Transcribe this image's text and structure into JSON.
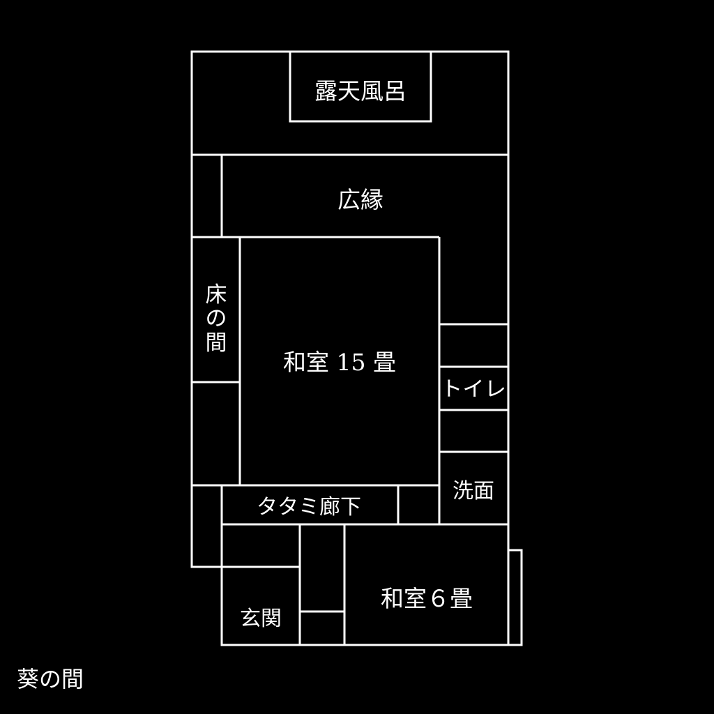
{
  "plan": {
    "name": "葵の間",
    "rooms": {
      "rotenburo": "露天風呂",
      "hirobuchi": "広縁",
      "tokonoma": [
        "床",
        "の",
        "間"
      ],
      "washitsu_15": "和室 15 畳",
      "toilet": "トイレ",
      "senmen": "洗面",
      "tatami_rouka": "タタミ廊下",
      "genkan": "玄関",
      "washitsu_6": "和室６畳"
    }
  }
}
